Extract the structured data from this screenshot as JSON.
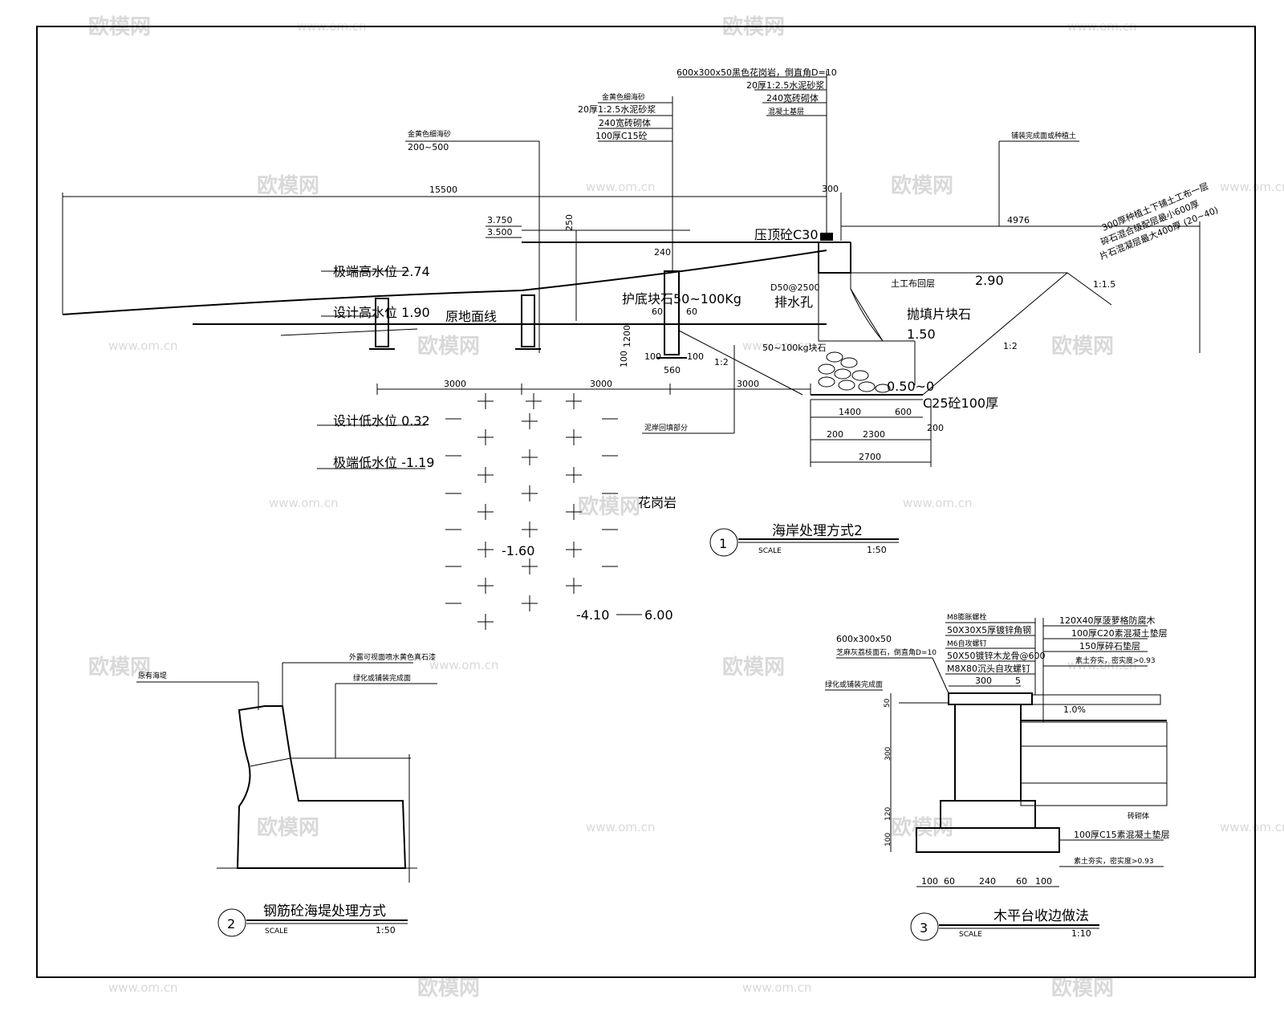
{
  "watermark": {
    "brand": "欧模网",
    "url": "www.om.cn"
  },
  "detail1": {
    "number": "1",
    "title": "海岸处理方式2",
    "scale_label": "SCALE",
    "scale_value": "1:50",
    "dimensions": {
      "overall_left": "15500",
      "curb_width": "300",
      "right_width": "4976",
      "bay_1": "3000",
      "bay_2": "3000",
      "bay_3": "3000",
      "wall_top": "240",
      "wall_height": "250",
      "pier_height": "1200",
      "pier_left": "100",
      "pier_right": "100",
      "pier_base": "560",
      "pier_60a": "60",
      "pier_60b": "60",
      "footing_1400": "1400",
      "footing_600": "600",
      "footing_200a": "200",
      "footing_2300": "2300",
      "footing_200b": "200",
      "footing_total": "2700",
      "vertical_100": "100"
    },
    "elevations": {
      "e_3750": "3.750",
      "e_3500": "3.500",
      "extreme_high": "极端高水位 2.74",
      "design_high": "设计高水位 1.90",
      "design_low": "设计低水位 0.32",
      "extreme_low": "极端低水位 -1.19",
      "e_290": "2.90",
      "e_150": "1.50",
      "e_050": "0.50~0",
      "e_160": "-1.60",
      "e_410": "-4.10",
      "e_600": "6.00"
    },
    "labels": {
      "original_ground": "原地面线",
      "stone_protection": "护底块石50~100Kg",
      "drain": "D50@2500",
      "drain_hole": "排水孔",
      "geotextile": "土工布回层",
      "rubble": "抛填片块石",
      "stones": "50~100kg块石",
      "slope_12a": "1:2",
      "slope_12b": "1:2",
      "slope_15": "1:1.5",
      "concrete_top": "压顶砼C30",
      "c25": "C25砼100厚",
      "granite": "花岗岩",
      "backfill": "泥岸回填部分",
      "topsoil": "铺装完成面或种植土",
      "slope_layers": [
        "300厚种植土下铺土工布一层",
        "碎石混合级配层最小600厚",
        "片石混凝层最大400厚 (20~40)"
      ]
    },
    "callout_left": [
      "金黄色细海砂",
      "200~500"
    ],
    "callout_mid": [
      "金黄色细海砂",
      "20厚1:2.5水泥砂浆",
      "240宽砖砌体",
      "100厚C15砼"
    ],
    "callout_top": [
      "600x300x50黑色花岗岩，倒直角D=10",
      "20厚1:2.5水泥砂浆",
      "240宽砖砌体",
      "混凝土基层"
    ]
  },
  "detail2": {
    "number": "2",
    "title": "钢筋砼海堤处理方式",
    "scale_label": "SCALE",
    "scale_value": "1:50",
    "labels": [
      "原有海堤",
      "外露可视面喷水黄色真石漆",
      "绿化或铺装完成面"
    ]
  },
  "detail3": {
    "number": "3",
    "title": "木平台收边做法",
    "scale_label": "SCALE",
    "scale_value": "1:10",
    "labels_right": [
      "120X40厚菠萝格防腐木",
      "100厚C20素混凝土垫层",
      "150厚碎石垫层",
      "素土夯实，密实度>0.93"
    ],
    "labels_top": [
      "M8膨胀螺栓",
      "50X30X5厚镀锌角钢",
      "M6自攻螺钉",
      "50X50镀锌木龙骨@600",
      "M8X80沉头自攻螺钉"
    ],
    "label_stone": [
      "600x300x50",
      "芝麻灰荔枝面石，倒直角D=10"
    ],
    "label_finish": "绿化或铺装完成面",
    "label_brick": "砖砌体",
    "label_base": "100厚C15素混凝土垫层",
    "label_soil": "素土夯实，密实度>0.93",
    "slope": "1.0%",
    "dims": {
      "d300": "300",
      "d5": "5",
      "d50": "50",
      "v300": "300",
      "v120": "120",
      "v100": "100",
      "bottom": [
        "100",
        "60",
        "240",
        "60",
        "100"
      ]
    }
  }
}
